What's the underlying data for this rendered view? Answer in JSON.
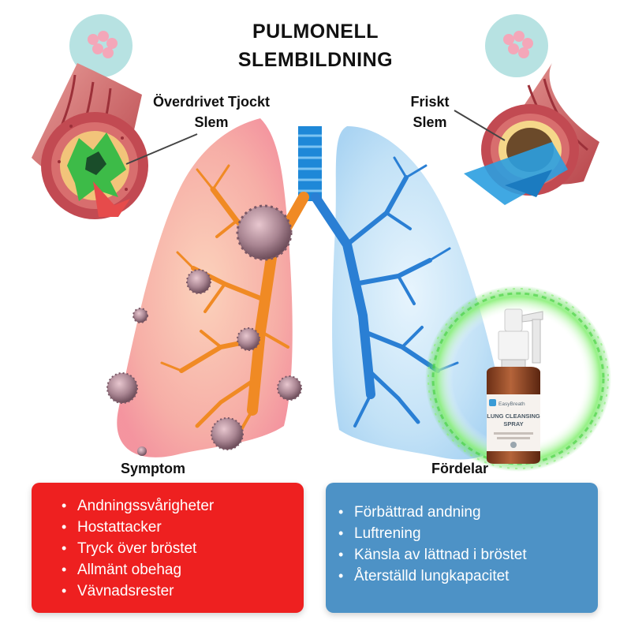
{
  "title": {
    "line1": "PULMONELL",
    "line2": "SLEMBILDNING"
  },
  "labels": {
    "left_line1": "Överdrivet Tjockt",
    "left_line2": "Slem",
    "right_line1": "Friskt",
    "right_line2": "Slem"
  },
  "product": {
    "brand": "EasyBreath",
    "name_line1": "LUNG CLEANSING",
    "name_line2": "SPRAY"
  },
  "symptoms": {
    "title": "Symptom",
    "items": [
      "Andningssvårigheter",
      "Hostattacker",
      "Tryck över bröstet",
      "Allmänt obehag",
      "Vävnadsrester"
    ]
  },
  "benefits": {
    "title": "Fördelar",
    "items": [
      "Förbättrad andning",
      "Luftrening",
      "Känsla av lättnad i bröstet",
      "Återställd lungkapacitet"
    ]
  },
  "colors": {
    "symptom_box": "#ee2020",
    "benefit_box": "#4d92c6",
    "diseased_lung": "#f5b0a8",
    "healthy_lung": "#bfe0f6",
    "mucus_thick": "#39b54a",
    "mucus_healthy": "#f5d78a",
    "aura": "#54e04a"
  }
}
